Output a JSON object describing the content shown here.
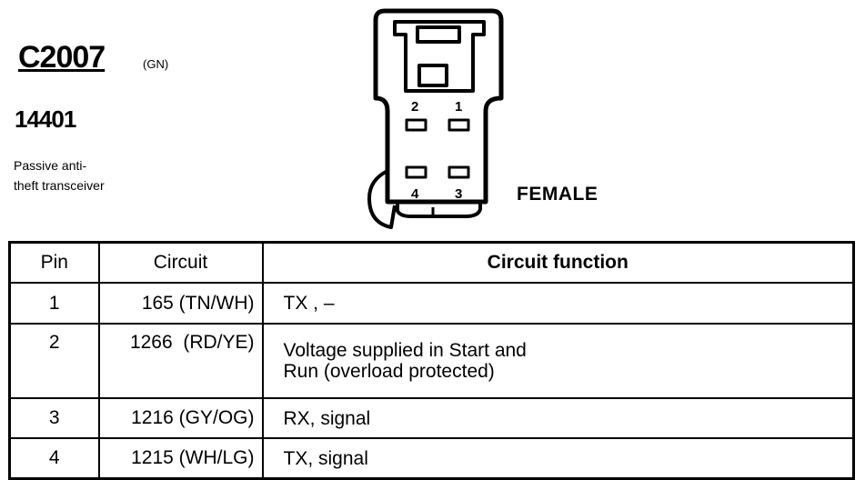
{
  "connector": {
    "id": "C2007",
    "color_code": "(GN)",
    "part_number": "14401",
    "description_lines": [
      "Passive anti-",
      "theft transceiver"
    ],
    "gender": "FEMALE"
  },
  "diagram": {
    "pin_labels": [
      "2",
      "1",
      "4",
      "3"
    ]
  },
  "table": {
    "headers": {
      "pin": "Pin",
      "circuit": "Circuit",
      "function": "Circuit function"
    },
    "rows": [
      {
        "pin": "1",
        "circuit": "165 (TN/WH)",
        "function": [
          "TX , –"
        ]
      },
      {
        "pin": "2",
        "circuit": "1266  (RD/YE)",
        "function": [
          "Voltage supplied in Start and",
          "Run (overload protected)"
        ]
      },
      {
        "pin": "3",
        "circuit": "1216 (GY/OG)",
        "function": [
          "RX, signal"
        ]
      },
      {
        "pin": "4",
        "circuit": "1215 (WH/LG)",
        "function": [
          "TX, signal"
        ]
      }
    ]
  }
}
